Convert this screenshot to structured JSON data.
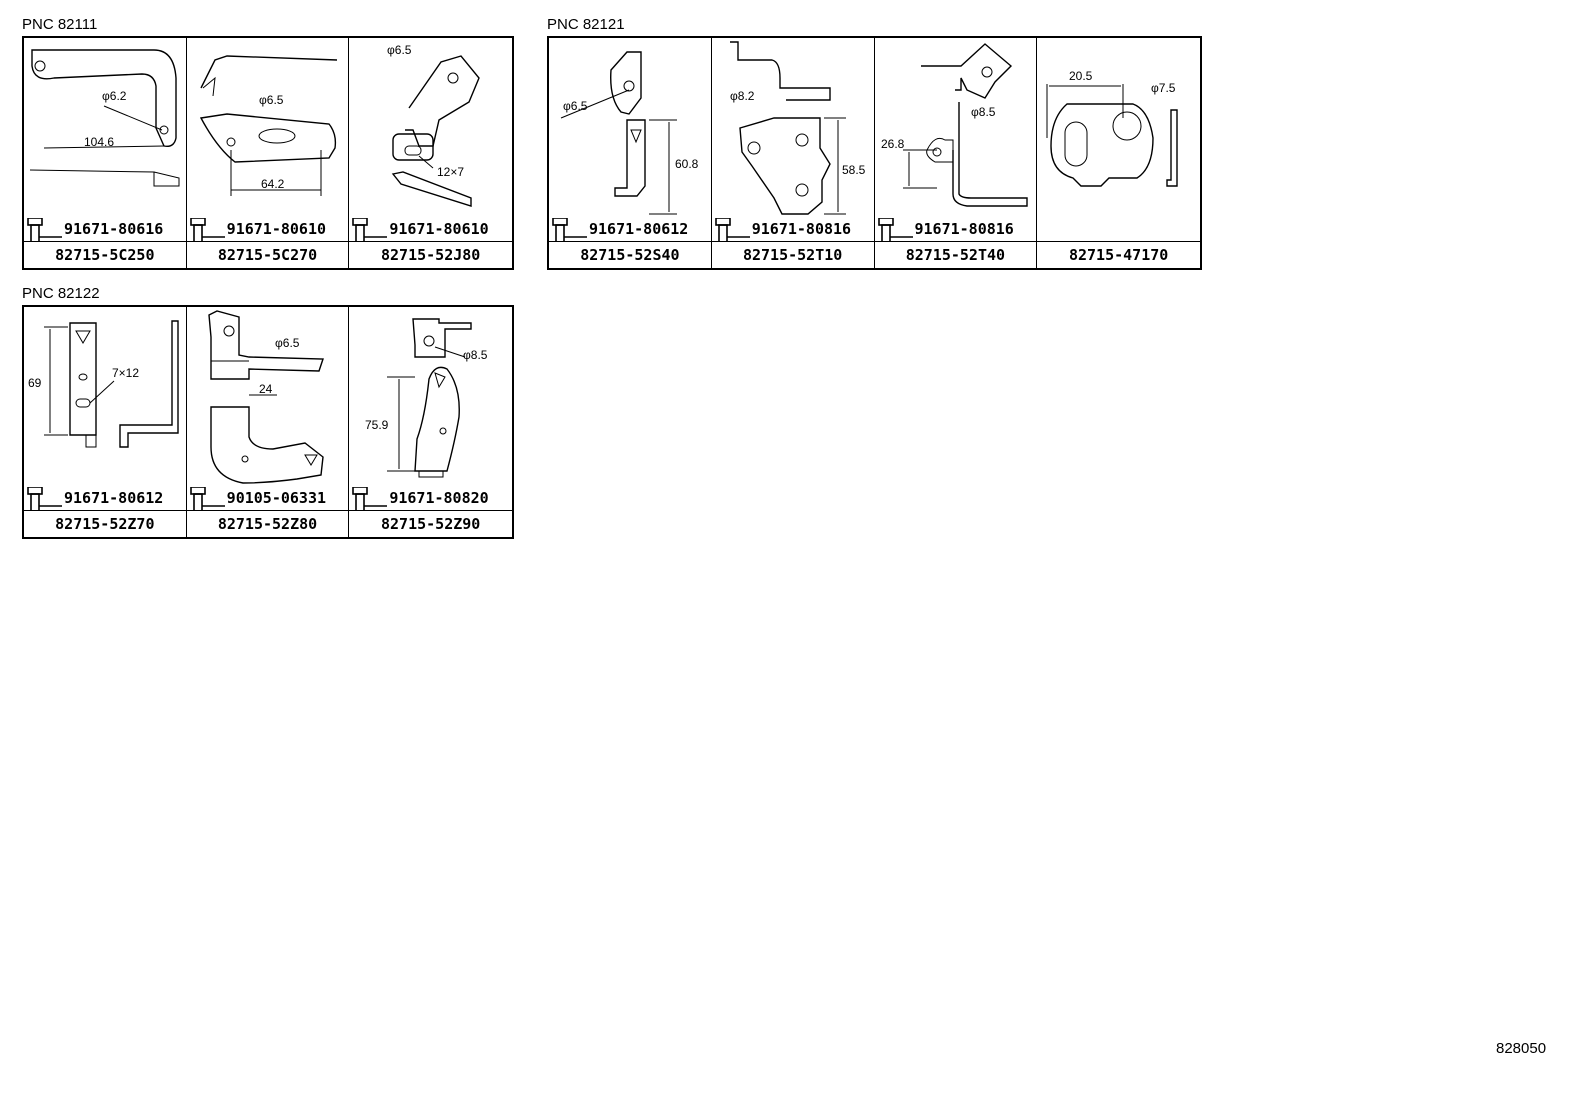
{
  "groups": [
    {
      "title": "PNC 82111",
      "cells": [
        {
          "bolt": "91671-80616",
          "part": "82715-5C250",
          "dims": [
            "φ6.2",
            "104.6"
          ]
        },
        {
          "bolt": "91671-80610",
          "part": "82715-5C270",
          "dims": [
            "φ6.5",
            "64.2"
          ]
        },
        {
          "bolt": "91671-80610",
          "part": "82715-52J80",
          "dims": [
            "φ6.5",
            "12×7"
          ]
        }
      ]
    },
    {
      "title": "PNC 82121",
      "cells": [
        {
          "bolt": "91671-80612",
          "part": "82715-52S40",
          "dims": [
            "φ6.5",
            "60.8"
          ]
        },
        {
          "bolt": "91671-80816",
          "part": "82715-52T10",
          "dims": [
            "φ8.2",
            "58.5"
          ]
        },
        {
          "bolt": "91671-80816",
          "part": "82715-52T40",
          "dims": [
            "φ8.5",
            "26.8"
          ]
        },
        {
          "bolt": "",
          "part": "82715-47170",
          "dims": [
            "20.5",
            "φ7.5"
          ]
        }
      ]
    },
    {
      "title": "PNC 82122",
      "cells": [
        {
          "bolt": "91671-80612",
          "part": "82715-52Z70",
          "dims": [
            "69",
            "7×12"
          ]
        },
        {
          "bolt": "90105-06331",
          "part": "82715-52Z80",
          "dims": [
            "φ6.5",
            "24"
          ]
        },
        {
          "bolt": "91671-80820",
          "part": "82715-52Z90",
          "dims": [
            "φ8.5",
            "75.9"
          ]
        }
      ]
    }
  ],
  "illustration_code": "828050"
}
